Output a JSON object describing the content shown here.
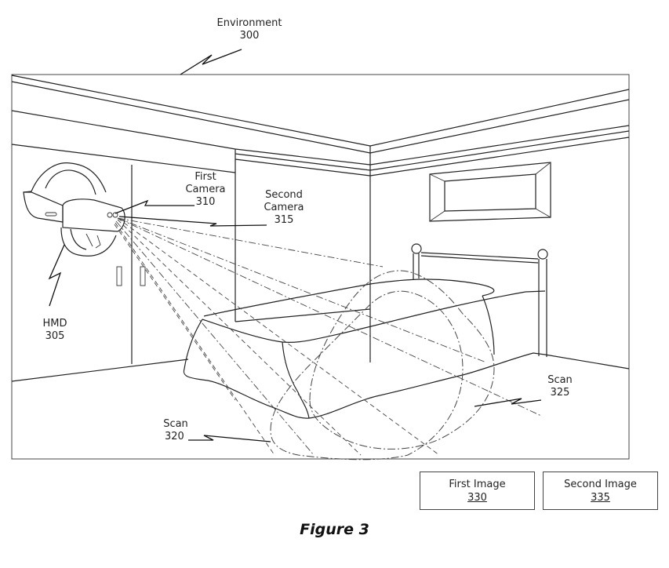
{
  "figure": {
    "caption": "Figure 3",
    "labels": {
      "environment": {
        "name": "Environment",
        "ref": "300"
      },
      "hmd": {
        "name": "HMD",
        "ref": "305"
      },
      "first_camera": {
        "line1": "First",
        "line2": "Camera",
        "ref": "310"
      },
      "second_camera": {
        "line1": "Second",
        "line2": "Camera",
        "ref": "315"
      },
      "scan_320": {
        "name": "Scan",
        "ref": "320"
      },
      "scan_325": {
        "name": "Scan",
        "ref": "325"
      }
    },
    "boxes": [
      {
        "name": "First Image",
        "ref": "330"
      },
      {
        "name": "Second Image",
        "ref": "335"
      }
    ]
  }
}
